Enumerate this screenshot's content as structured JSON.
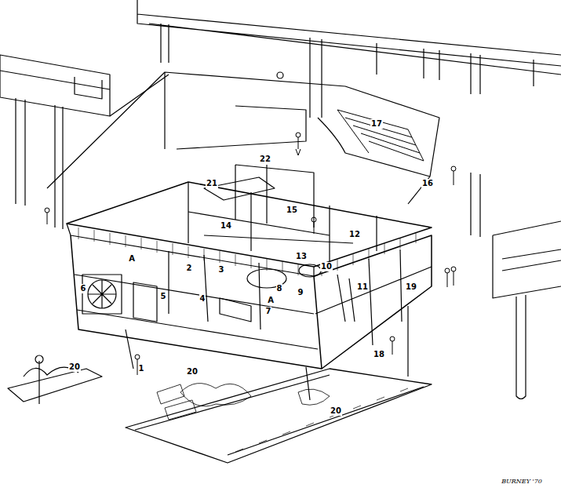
{
  "diagram": {
    "labels": [
      "17",
      "22",
      "21",
      "16",
      "15",
      "14",
      "12",
      "A",
      "13",
      "10",
      "2",
      "3",
      "6",
      "8",
      "11",
      "19",
      "9",
      "5",
      "4",
      "A",
      "7",
      "18",
      "20",
      "1",
      "20",
      "20",
      "BURNEY '70"
    ]
  }
}
